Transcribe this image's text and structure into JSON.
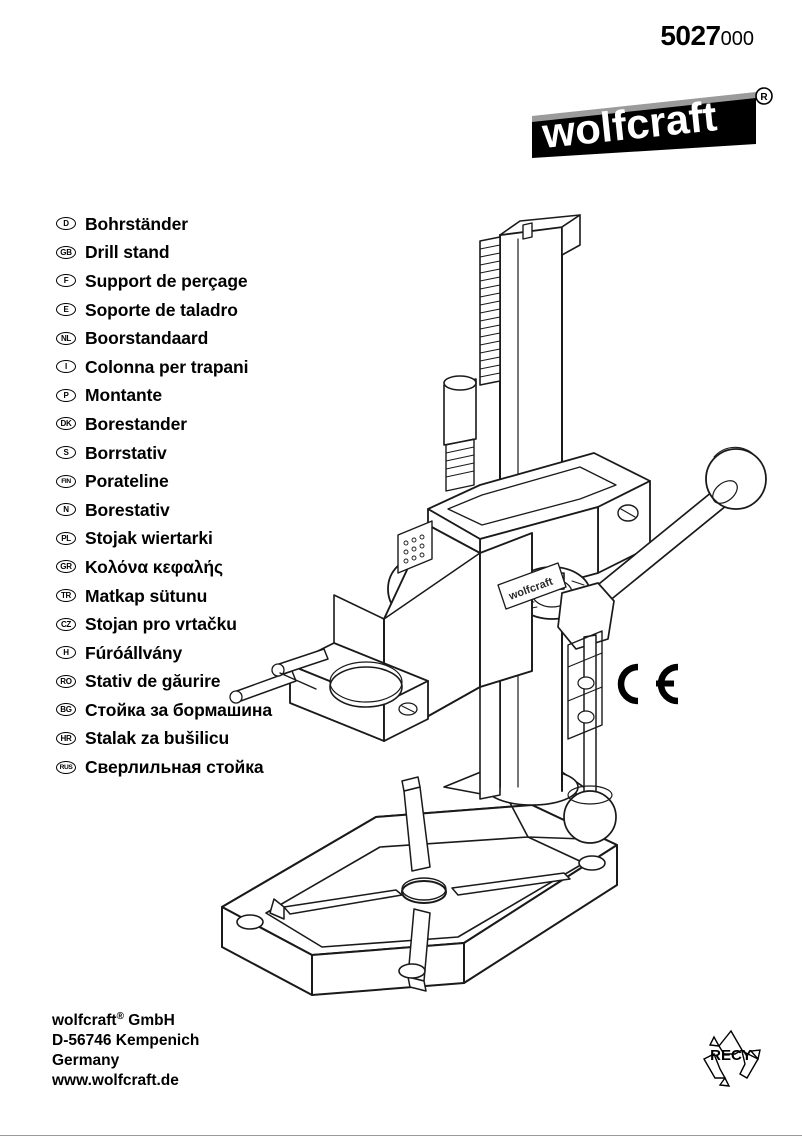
{
  "document": {
    "article_number_main": "5027",
    "article_number_suffix": "000",
    "brand": "wolfcraft",
    "brand_registered_mark": "®"
  },
  "languages": [
    {
      "code": "D",
      "name": "Bohrständer"
    },
    {
      "code": "GB",
      "name": "Drill stand"
    },
    {
      "code": "F",
      "name": "Support de perçage"
    },
    {
      "code": "E",
      "name": "Soporte de taladro"
    },
    {
      "code": "NL",
      "name": "Boorstandaard"
    },
    {
      "code": "I",
      "name": "Colonna per trapani"
    },
    {
      "code": "P",
      "name": "Montante"
    },
    {
      "code": "DK",
      "name": "Borestander"
    },
    {
      "code": "S",
      "name": "Borrstativ"
    },
    {
      "code": "FIN",
      "name": "Porateline"
    },
    {
      "code": "N",
      "name": "Borestativ"
    },
    {
      "code": "PL",
      "name": "Stojak wiertarki"
    },
    {
      "code": "GR",
      "name": "Κολόνα κεφαλής"
    },
    {
      "code": "TR",
      "name": "Matkap sütunu"
    },
    {
      "code": "CZ",
      "name": "Stojan pro vrtačku"
    },
    {
      "code": "H",
      "name": "Fúróállvány"
    },
    {
      "code": "RO",
      "name": "Stativ de găurire"
    },
    {
      "code": "BG",
      "name": "Стойка за бормашина"
    },
    {
      "code": "HR",
      "name": "Stalak za bušilicu"
    },
    {
      "code": "RUS",
      "name": "Сверлильная стойка"
    }
  ],
  "marks": {
    "ce": "CE",
    "recycle_label": "RECY"
  },
  "illustration": {
    "product_label": "wolfcraft",
    "alt": "drill stand technical line drawing"
  },
  "footer": {
    "company": "wolfcraft",
    "company_suffix": " GmbH",
    "address": "D-56746 Kempenich",
    "country": "Germany",
    "website": "www.wolfcraft.de"
  },
  "colors": {
    "ink": "#000000",
    "paper": "#ffffff",
    "logo_bg": "#000000",
    "logo_text": "#ffffff",
    "edge_gray": "#9a9a9a"
  }
}
